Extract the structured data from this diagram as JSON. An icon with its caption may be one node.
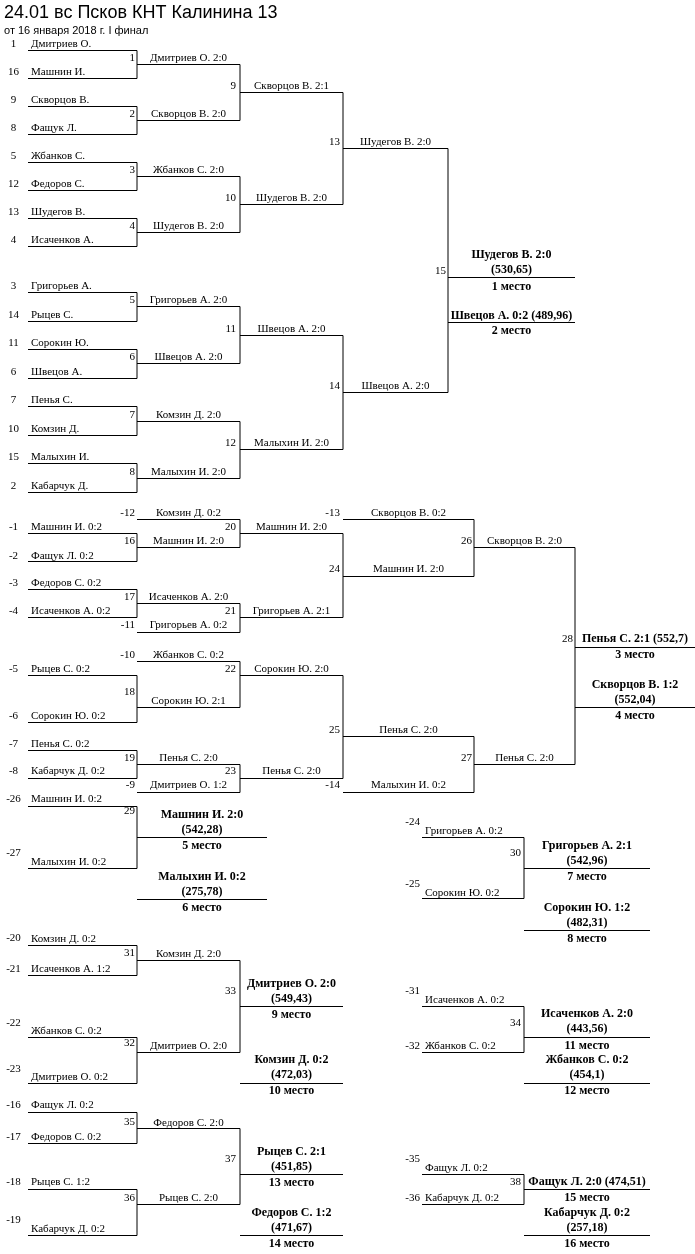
{
  "diagram": {
    "title": "24.01 вс Псков КНТ Калинина 13",
    "labels": [
      "от 16 января 2018 г. I финал",
      "1",
      "Дмитриев О.",
      "1",
      "Дмитриев О. 2:0",
      "16",
      "Машнин И.",
      "9",
      "Скворцов В. 2:1",
      "9",
      "Скворцов В.",
      "2",
      "Скворцов В. 2:0",
      "8",
      "Фащук Л.",
      "13",
      "Шудегов В. 2:0",
      "5",
      "Жбанков С.",
      "3",
      "Жбанков С. 2:0",
      "12",
      "Федоров С.",
      "10",
      "Шудегов В. 2:0",
      "13",
      "Шудегов В.",
      "4",
      "Шудегов В. 2:0",
      "4",
      "Исаченков А.",
      "15",
      "Шудегов В. 2:0 (530,65)",
      "3",
      "Григорьев А.",
      "1 место",
      "5",
      "Григорьев А. 2:0",
      "14",
      "Рыцев С.",
      "Швецов А. 0:2 (489,96)",
      "11",
      "Швецов А. 2:0",
      "2 место",
      "11",
      "Сорокин Ю.",
      "6",
      "Швецов А. 2:0",
      "6",
      "Швецов А.",
      "14",
      "Швецов А. 2:0",
      "7",
      "Пенья С.",
      "7",
      "Комзин Д. 2:0",
      "10",
      "Комзин Д.",
      "12",
      "Малыхин И. 2:0",
      "15",
      "Малыхин И.",
      "8",
      "Малыхин И. 2:0",
      "2",
      "Кабарчук Д.",
      "-12",
      "Комзин Д. 0:2",
      "-13",
      "Скворцов В. 0:2",
      "-1",
      "Машнин И. 0:2",
      "20",
      "Машнин И. 2:0",
      "16",
      "Машнин И. 2:0",
      "26",
      "Скворцов В. 2:0",
      "-2",
      "Фащук Л. 0:2",
      "24",
      "Машнин И. 2:0",
      "-3",
      "Федоров С. 0:2",
      "17",
      "Исаченков А. 2:0",
      "-4",
      "Исаченков А. 0:2",
      "21",
      "Григорьев А. 2:1",
      "-11",
      "Григорьев А. 0:2",
      "28",
      "Пенья С. 2:1 (552,7)",
      "-10",
      "Жбанков С. 0:2",
      "3 место",
      "-5",
      "Рыцев С. 0:2",
      "22",
      "Сорокин Ю. 2:0",
      "Скворцов В. 1:2 (552,04)",
      "18",
      "Сорокин Ю. 2:1",
      "-6",
      "Сорокин Ю. 0:2",
      "4 место",
      "25",
      "Пенья С. 2:0",
      "-7",
      "Пенья С. 0:2",
      "19",
      "Пенья С. 2:0",
      "27",
      "Пенья С. 2:0",
      "-8",
      "Кабарчук Д. 0:2",
      "23",
      "Пенья С. 2:0",
      "-9",
      "Дмитриев О. 1:2",
      "-14",
      "Малыхин И. 0:2",
      "-26",
      "Машнин И. 0:2",
      "29",
      "Машнин И. 2:0 (542,28)",
      "-24",
      "Григорьев А. 0:2",
      "5 место",
      "-27",
      "30",
      "Григорьев А. 2:1 (542,96)",
      "Малыхин И. 0:2",
      "7 место",
      "Малыхин И. 0:2 (275,78)",
      "-25",
      "Сорокин Ю. 0:2",
      "6 место",
      "Сорокин Ю. 1:2 (482,31)",
      "-20",
      "Комзин Д. 0:2",
      "8 место",
      "31",
      "Комзин Д. 2:0",
      "-21",
      "Исаченков А. 1:2",
      "Дмитриев О. 2:0 (549,43)",
      "33",
      "-31",
      "Исаченков А. 0:2",
      "9 место",
      "Исаченков А. 2:0 (443,56)",
      "-22",
      "34",
      "Жбанков С. 0:2",
      "32",
      "Дмитриев О. 2:0",
      "-32",
      "Жбанков С. 0:2",
      "11 место",
      "Комзин Д. 0:2 (472,03)",
      "Жбанков С. 0:2 (454,1)",
      "-23",
      "Дмитриев О. 0:2",
      "10 место",
      "12 место",
      "-16",
      "Фащук Л. 0:2",
      "35",
      "Федоров С. 2:0",
      "-17",
      "Федоров С. 0:2",
      "Рыцев С. 2:1 (451,85)",
      "37",
      "-35",
      "Фащук Л. 0:2",
      "-18",
      "Рыцев С. 1:2",
      "38",
      "Фащук Л. 2:0 (474,51)",
      "13 место",
      "36",
      "Рыцев С. 2:0",
      "-36",
      "Кабарчук Д. 0:2",
      "15 место",
      "Федоров С. 1:2 (471,67)",
      "Кабарчук Д. 0:2 (257,18)",
      "-19",
      "Кабарчук Д. 0:2",
      "14 место",
      "16 место"
    ]
  }
}
